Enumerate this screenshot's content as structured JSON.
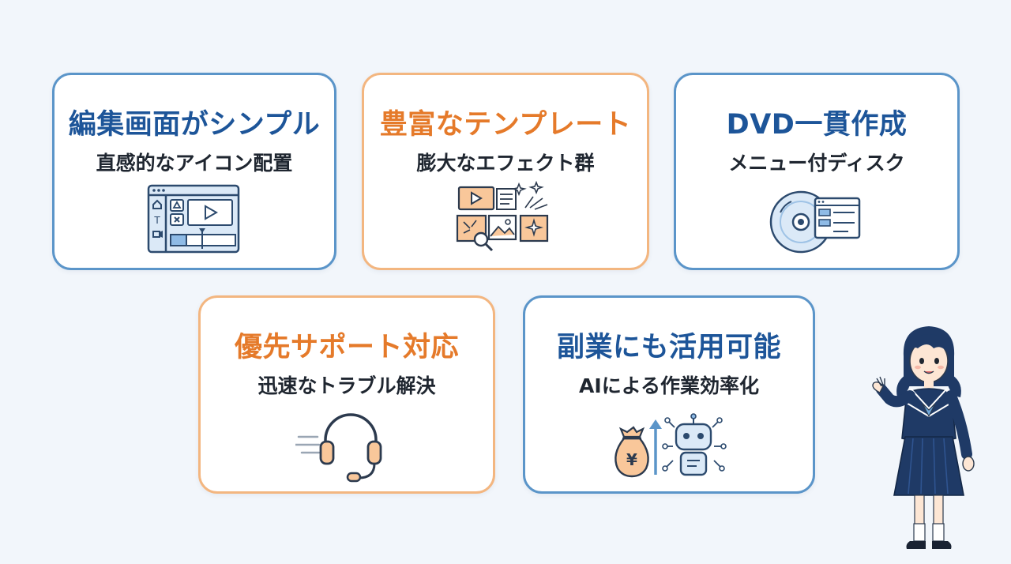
{
  "cards": [
    {
      "title": "編集画面がシンプル",
      "subtitle": "直感的なアイコン配置",
      "icon": "editor-window-icon",
      "accent": "#1d5599"
    },
    {
      "title": "豊富なテンプレート",
      "subtitle": "膨大なエフェクト群",
      "icon": "effects-template-icon",
      "accent": "#e57a2a"
    },
    {
      "title": "DVD一貫作成",
      "subtitle": "メニュー付ディスク",
      "icon": "dvd-menu-icon",
      "accent": "#1d5599"
    },
    {
      "title": "優先サポート対応",
      "subtitle": "迅速なトラブル解決",
      "icon": "headset-icon",
      "accent": "#e57a2a"
    },
    {
      "title": "副業にも活用可能",
      "subtitle": "AIによる作業効率化",
      "icon": "money-robot-icon",
      "accent": "#1d5599"
    }
  ],
  "colors": {
    "background": "#f2f6fb",
    "blue_border": "#5b95c9",
    "orange_border": "#f3b680",
    "blue_text": "#1d5599",
    "orange_text": "#e57a2a"
  },
  "decoration": {
    "character": "schoolgirl-presenter-illustration"
  }
}
